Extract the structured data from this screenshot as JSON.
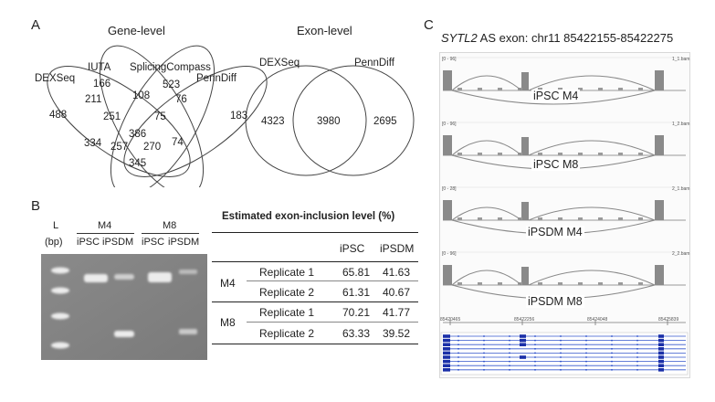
{
  "panel_a": {
    "letter": "A",
    "gene_level": {
      "title": "Gene-level",
      "sets": [
        "DEXSeq",
        "IUTA",
        "SplicingCompass",
        "PennDiff"
      ],
      "regions": [
        {
          "sets": [
            "DEXSeq"
          ],
          "count": "488"
        },
        {
          "sets": [
            "IUTA"
          ],
          "count": "166"
        },
        {
          "sets": [
            "SplicingCompass"
          ],
          "count": "523"
        },
        {
          "sets": [
            "PennDiff"
          ],
          "count": "183"
        },
        {
          "sets": [
            "DEXSeq",
            "IUTA"
          ],
          "count": "211"
        },
        {
          "sets": [
            "IUTA",
            "SplicingCompass"
          ],
          "count": "108"
        },
        {
          "sets": [
            "SplicingCompass",
            "PennDiff"
          ],
          "count": "76"
        },
        {
          "sets": [
            "DEXSeq",
            "IUTA",
            "SplicingCompass"
          ],
          "count": "251"
        },
        {
          "sets": [
            "IUTA",
            "SplicingCompass",
            "PennDiff"
          ],
          "count": "75"
        },
        {
          "sets": [
            "DEXSeq",
            "SplicingCompass"
          ],
          "count": "334"
        },
        {
          "sets": [
            "DEXSeq",
            "IUTA",
            "SplicingCompass",
            "PennDiff"
          ],
          "count": "386"
        },
        {
          "sets": [
            "IUTA",
            "PennDiff"
          ],
          "count": "74"
        },
        {
          "sets": [
            "DEXSeq",
            "SplicingCompass",
            "PennDiff"
          ],
          "count": "257"
        },
        {
          "sets": [
            "DEXSeq",
            "IUTA",
            "PennDiff"
          ],
          "count": "270"
        },
        {
          "sets": [
            "DEXSeq",
            "PennDiff"
          ],
          "count": "345"
        }
      ]
    },
    "exon_level": {
      "title": "Exon-level",
      "sets": [
        "DEXSeq",
        "PennDiff"
      ],
      "left_only": "4323",
      "both": "3980",
      "right_only": "2695"
    }
  },
  "panel_b": {
    "letter": "B",
    "ladder_label": "L",
    "ladder_unit": "(bp)",
    "groups": [
      {
        "name": "M4",
        "lanes": [
          "iPSC",
          "iPSDM"
        ]
      },
      {
        "name": "M8",
        "lanes": [
          "iPSC",
          "iPSDM"
        ]
      }
    ],
    "table": {
      "title": "Estimated exon-inclusion level (%)",
      "columns": [
        "iPSC",
        "iPSDM"
      ],
      "rows": [
        {
          "group": "M4",
          "replicate": "Replicate 1",
          "ipsc": "65.81",
          "ipsdm": "41.63"
        },
        {
          "group": "M4",
          "replicate": "Replicate 2",
          "ipsc": "61.31",
          "ipsdm": "40.67"
        },
        {
          "group": "M8",
          "replicate": "Replicate 1",
          "ipsc": "70.21",
          "ipsdm": "41.77"
        },
        {
          "group": "M8",
          "replicate": "Replicate 2",
          "ipsc": "63.33",
          "ipsdm": "39.52"
        }
      ]
    }
  },
  "panel_c": {
    "letter": "C",
    "gene": "SYTL2",
    "title_rest": " AS exon: chr11 85422155-85422275",
    "tracks": [
      {
        "label": "iPSC M4",
        "tag": "1_1.bam",
        "range": "[0 - 96]"
      },
      {
        "label": "iPSC M8",
        "tag": "1_2.bam",
        "range": "[0 - 96]"
      },
      {
        "label": "iPSDM M4",
        "tag": "2_1.bam",
        "range": "[0 - 28]"
      },
      {
        "label": "iPSDM M8",
        "tag": "2_2.bam",
        "range": "[0 - 96]"
      }
    ],
    "coordinates": [
      "85420465",
      "85422256",
      "85424048",
      "85425839"
    ]
  }
}
